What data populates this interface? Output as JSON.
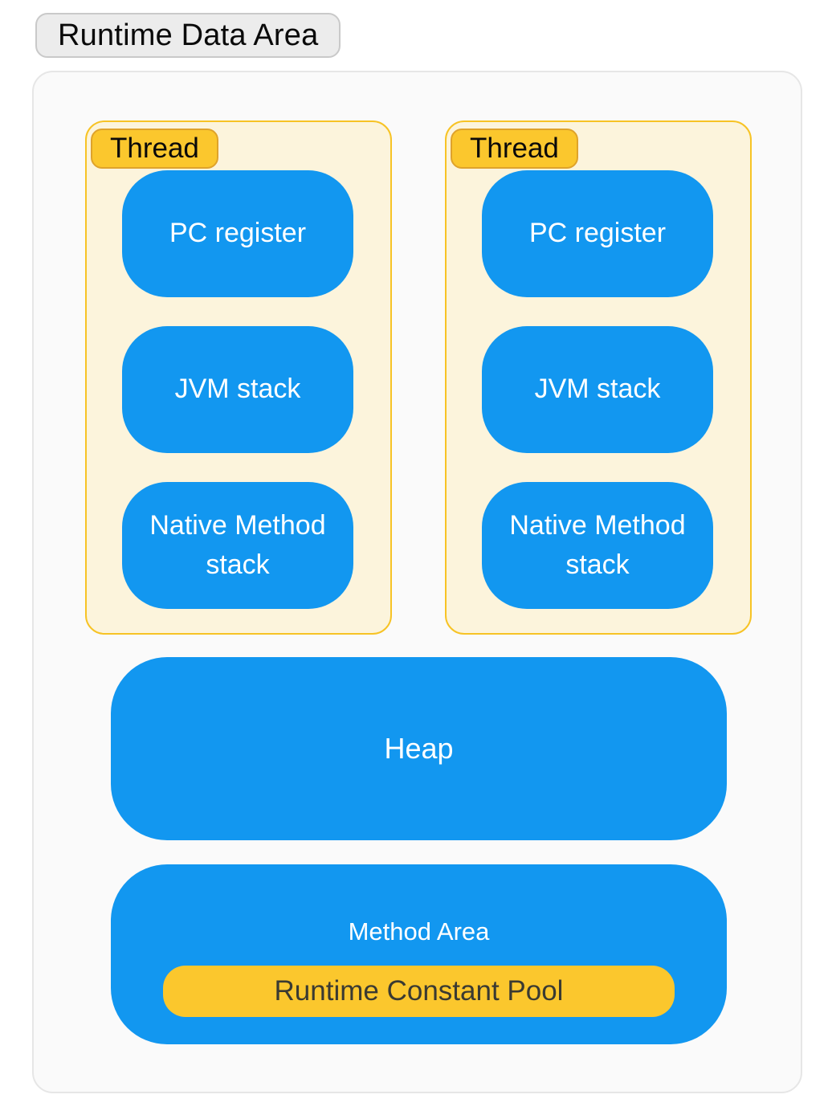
{
  "title": "Runtime Data Area",
  "threads": [
    {
      "label": "Thread",
      "boxes": [
        {
          "label": "PC register"
        },
        {
          "label": "JVM stack"
        },
        {
          "label": "Native Method stack"
        }
      ]
    },
    {
      "label": "Thread",
      "boxes": [
        {
          "label": "PC register"
        },
        {
          "label": "JVM stack"
        },
        {
          "label": "Native Method stack"
        }
      ]
    }
  ],
  "heap": {
    "label": "Heap"
  },
  "method_area": {
    "label": "Method Area",
    "pool": {
      "label": "Runtime Constant Pool"
    }
  },
  "colors": {
    "blue": "#1297F0",
    "yellow": "#FBC72D",
    "yellow_border": "#DFA32B",
    "cream": "#FCF4DC",
    "thread_border": "#F7C325",
    "panel_bg": "#FAFAFA",
    "panel_border": "#E6E6E6",
    "title_bg": "#ECECEC",
    "title_border": "#C9C9C9",
    "pool_text": "#3A3A32"
  }
}
